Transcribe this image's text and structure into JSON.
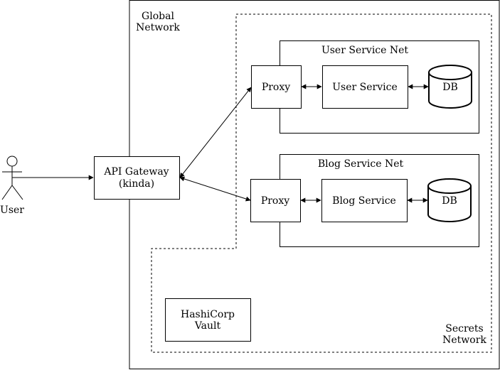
{
  "user": {
    "label": "User"
  },
  "global_network": {
    "line1": "Global",
    "line2": "Network"
  },
  "secrets_network": {
    "line1": "Secrets",
    "line2": "Network"
  },
  "api_gateway": {
    "line1": "API Gateway",
    "line2": "(kinda)"
  },
  "user_service_net": {
    "title": "User Service Net",
    "proxy": "Proxy",
    "service": "User Service",
    "db": "DB"
  },
  "blog_service_net": {
    "title": "Blog Service Net",
    "proxy": "Proxy",
    "service": "Blog Service",
    "db": "DB"
  },
  "vault": {
    "line1": "HashiCorp",
    "line2": "Vault"
  }
}
